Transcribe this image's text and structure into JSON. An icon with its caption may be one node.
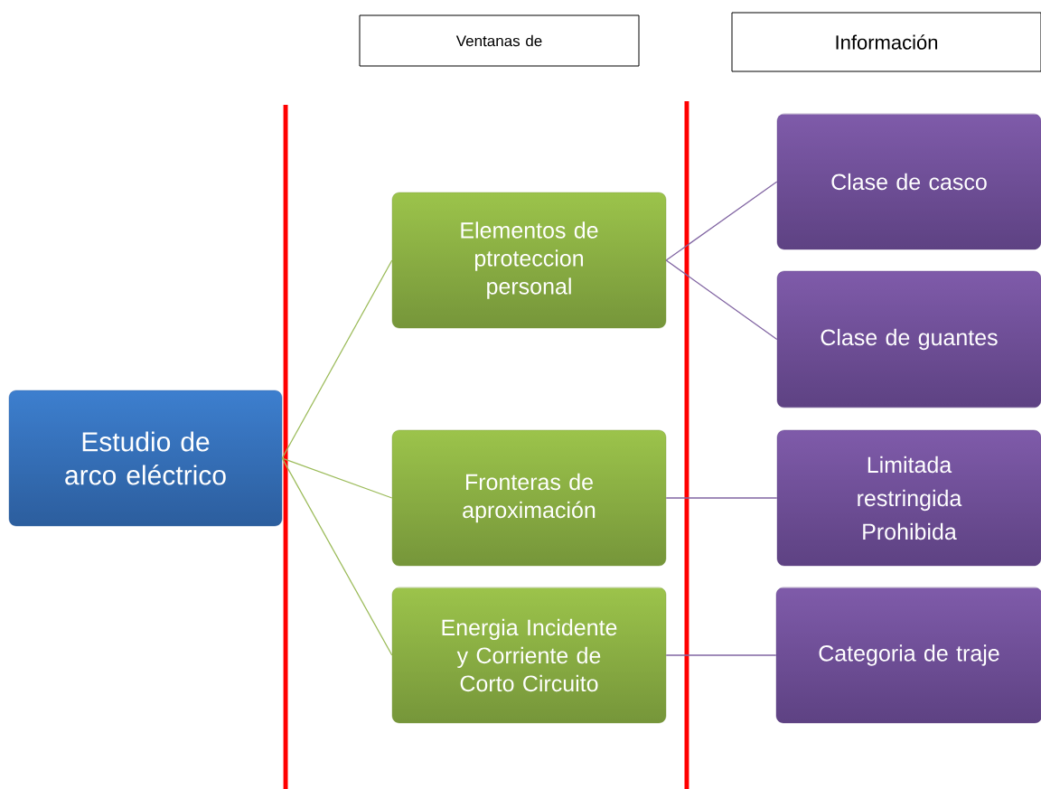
{
  "diagram": {
    "nodes": [
      {
        "text": [
          "Ventanas de"
        ]
      },
      {
        "text": [
          "Información"
        ]
      },
      {
        "text": [
          "Estudio de arco eléctrico"
        ]
      },
      {
        "text": [
          "Elementos de ptroteccion personal"
        ]
      },
      {
        "text": [
          "Fronteras de aproximación"
        ]
      },
      {
        "text": [
          "Energia Incidente y Corriente de Corto Circuito"
        ]
      },
      {
        "text": [
          "Clase de casco"
        ]
      },
      {
        "text": [
          "Clase de guantes"
        ]
      },
      {
        "text": [
          "Limitada",
          "restringida",
          "Prohibida"
        ]
      },
      {
        "text": [
          "Categoria de traje"
        ]
      }
    ],
    "edges": [
      {
        "from": 2,
        "to": 3,
        "arrow": "none",
        "color": "#9bbb59"
      },
      {
        "from": 2,
        "to": 4,
        "arrow": "none",
        "color": "#9bbb59"
      },
      {
        "from": 2,
        "to": 5,
        "arrow": "none",
        "color": "#9bbb59"
      },
      {
        "from": 3,
        "to": 6,
        "arrow": "none",
        "color": "#8064a2"
      },
      {
        "from": 3,
        "to": 7,
        "arrow": "none",
        "color": "#8064a2"
      },
      {
        "from": 4,
        "to": 8,
        "arrow": "none",
        "color": "#8064a2"
      },
      {
        "from": 5,
        "to": 9,
        "arrow": "none",
        "color": "#8064a2"
      }
    ]
  }
}
